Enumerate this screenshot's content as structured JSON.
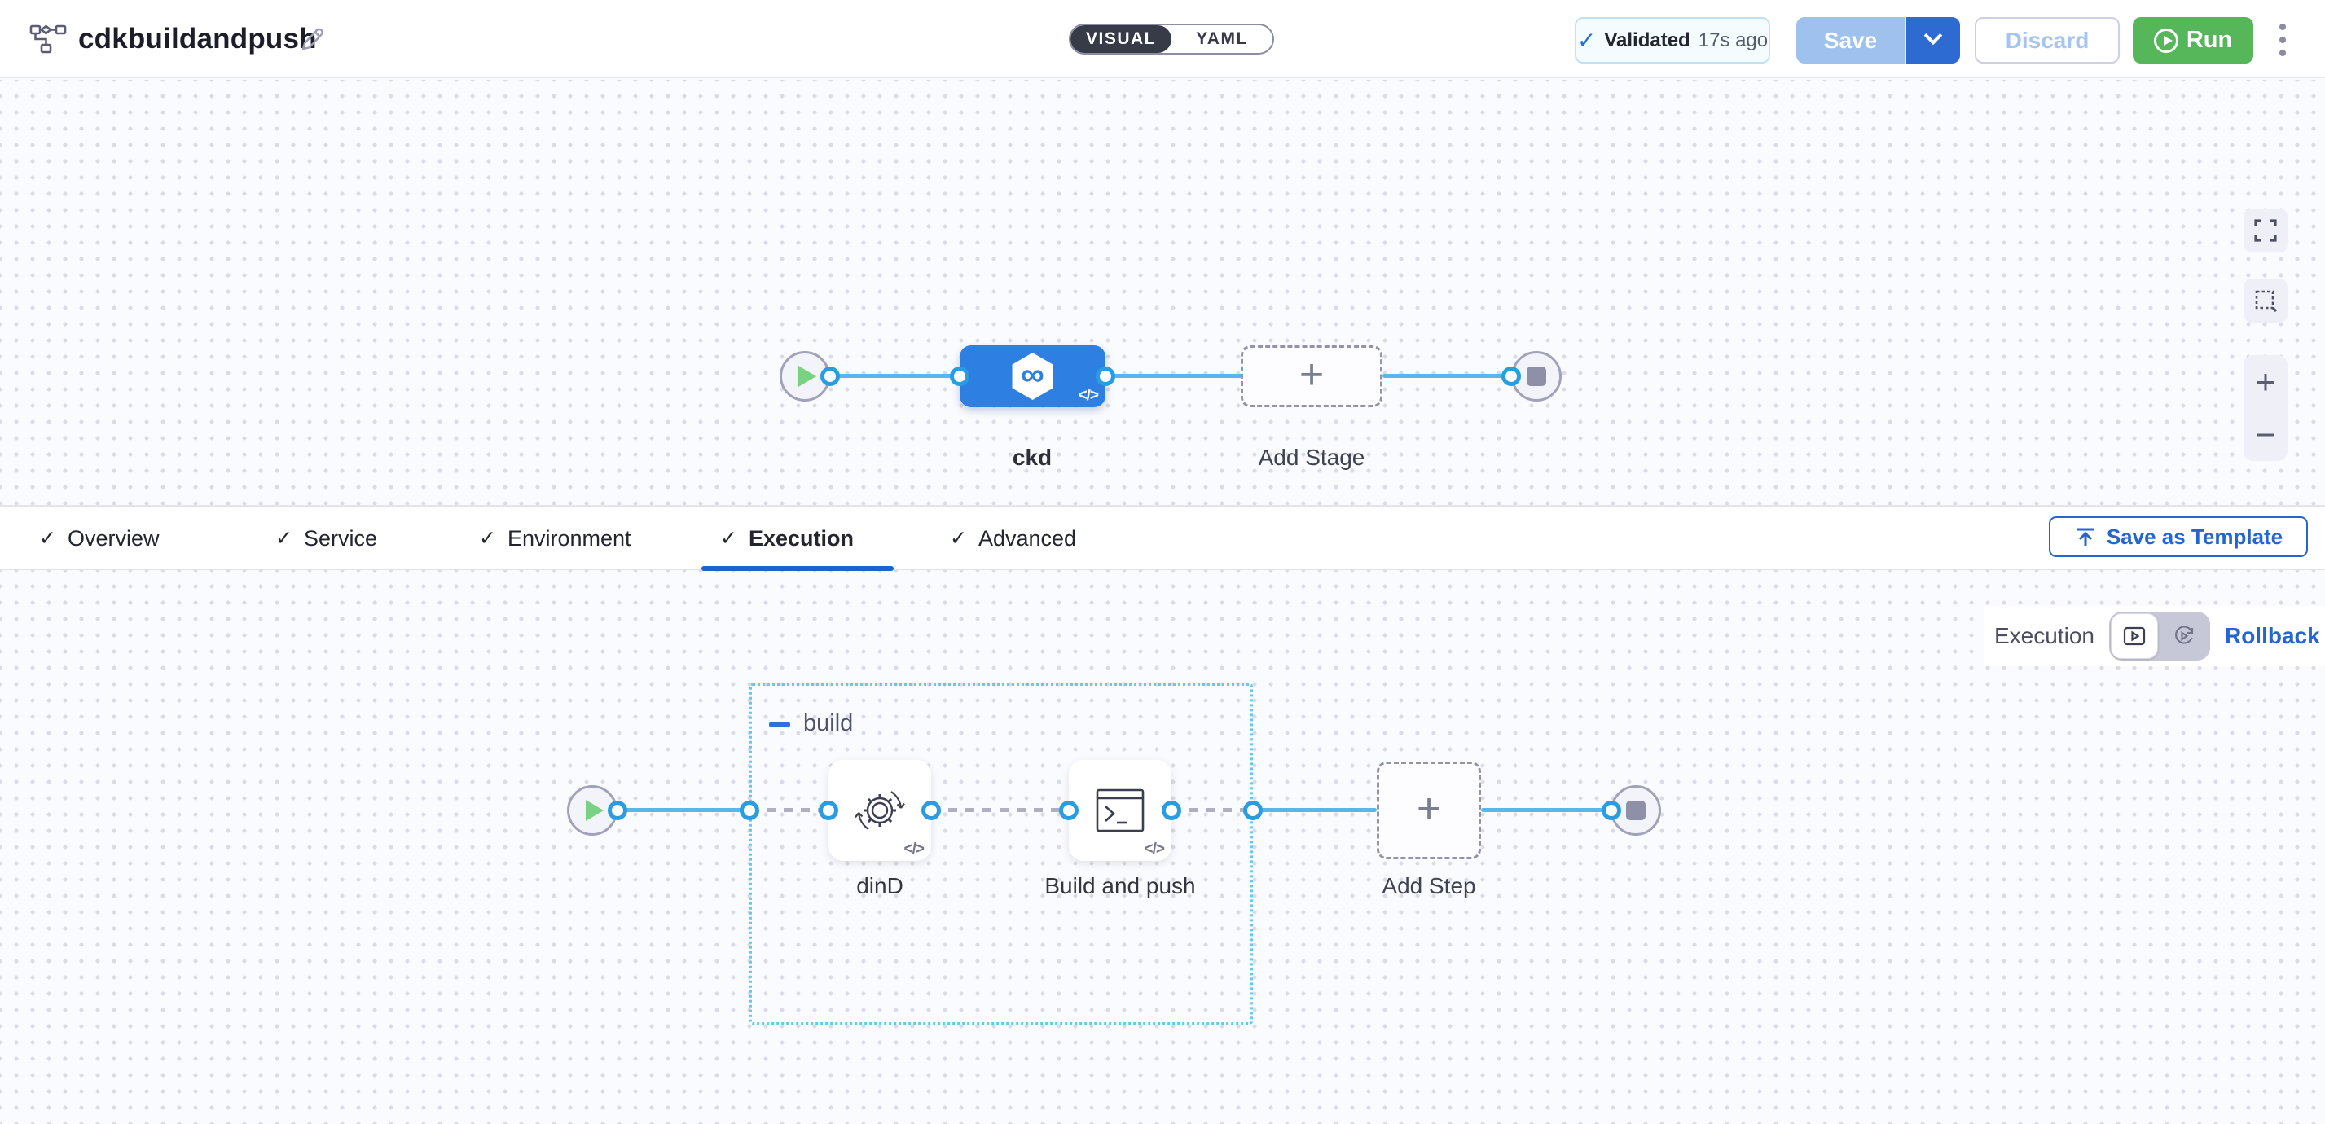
{
  "header": {
    "title": "cdkbuildandpush",
    "mode_toggle": {
      "visual": "VISUAL",
      "yaml": "YAML"
    },
    "validated": {
      "label": "Validated",
      "time": "17s ago"
    },
    "save_label": "Save",
    "discard_label": "Discard",
    "run_label": "Run"
  },
  "tabs": {
    "items": [
      {
        "label": "Overview"
      },
      {
        "label": "Service"
      },
      {
        "label": "Environment"
      },
      {
        "label": "Execution",
        "active": true
      },
      {
        "label": "Advanced"
      }
    ],
    "save_as_template_label": "Save as Template"
  },
  "stage_canvas": {
    "stage_label": "ckd",
    "add_stage_label": "Add Stage"
  },
  "execution_canvas": {
    "mode_label": "Execution",
    "rollback_label": "Rollback",
    "group_label": "build",
    "steps": [
      {
        "label": "dinD"
      },
      {
        "label": "Build and push"
      }
    ],
    "add_step_label": "Add Step"
  },
  "glyphs": {
    "check": "✓",
    "plus": "+",
    "minus": "−",
    "infinity": "∞",
    "code": "</>",
    "gear": "⚙"
  },
  "colors": {
    "primary_blue": "#2365d1",
    "stage_blue": "#2e7fe2",
    "connector_blue": "#59b6ea",
    "port_ring_blue": "#2a9de2",
    "run_green": "#55b65a",
    "dark_pill": "#373b48",
    "group_border": "#66c8ef"
  }
}
